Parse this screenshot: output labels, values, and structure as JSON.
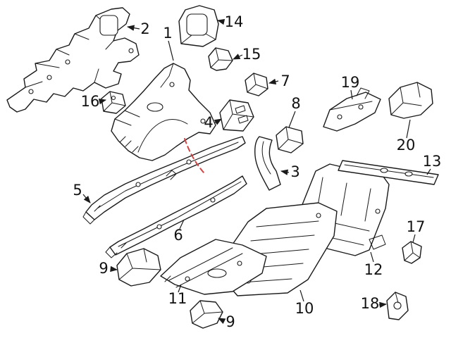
{
  "diagram": {
    "type": "exploded-parts-diagram",
    "background_color": "#ffffff",
    "line_color": "#1a1a1a",
    "highlight_color": "#d04545",
    "callouts": [
      {
        "label": "2"
      },
      {
        "label": "1"
      },
      {
        "label": "14"
      },
      {
        "label": "15"
      },
      {
        "label": "7"
      },
      {
        "label": "16"
      },
      {
        "label": "4"
      },
      {
        "label": "8"
      },
      {
        "label": "19"
      },
      {
        "label": "20"
      },
      {
        "label": "3"
      },
      {
        "label": "13"
      },
      {
        "label": "5"
      },
      {
        "label": "6"
      },
      {
        "label": "9"
      },
      {
        "label": "11"
      },
      {
        "label": "9"
      },
      {
        "label": "10"
      },
      {
        "label": "12"
      },
      {
        "label": "17"
      },
      {
        "label": "18"
      }
    ]
  }
}
